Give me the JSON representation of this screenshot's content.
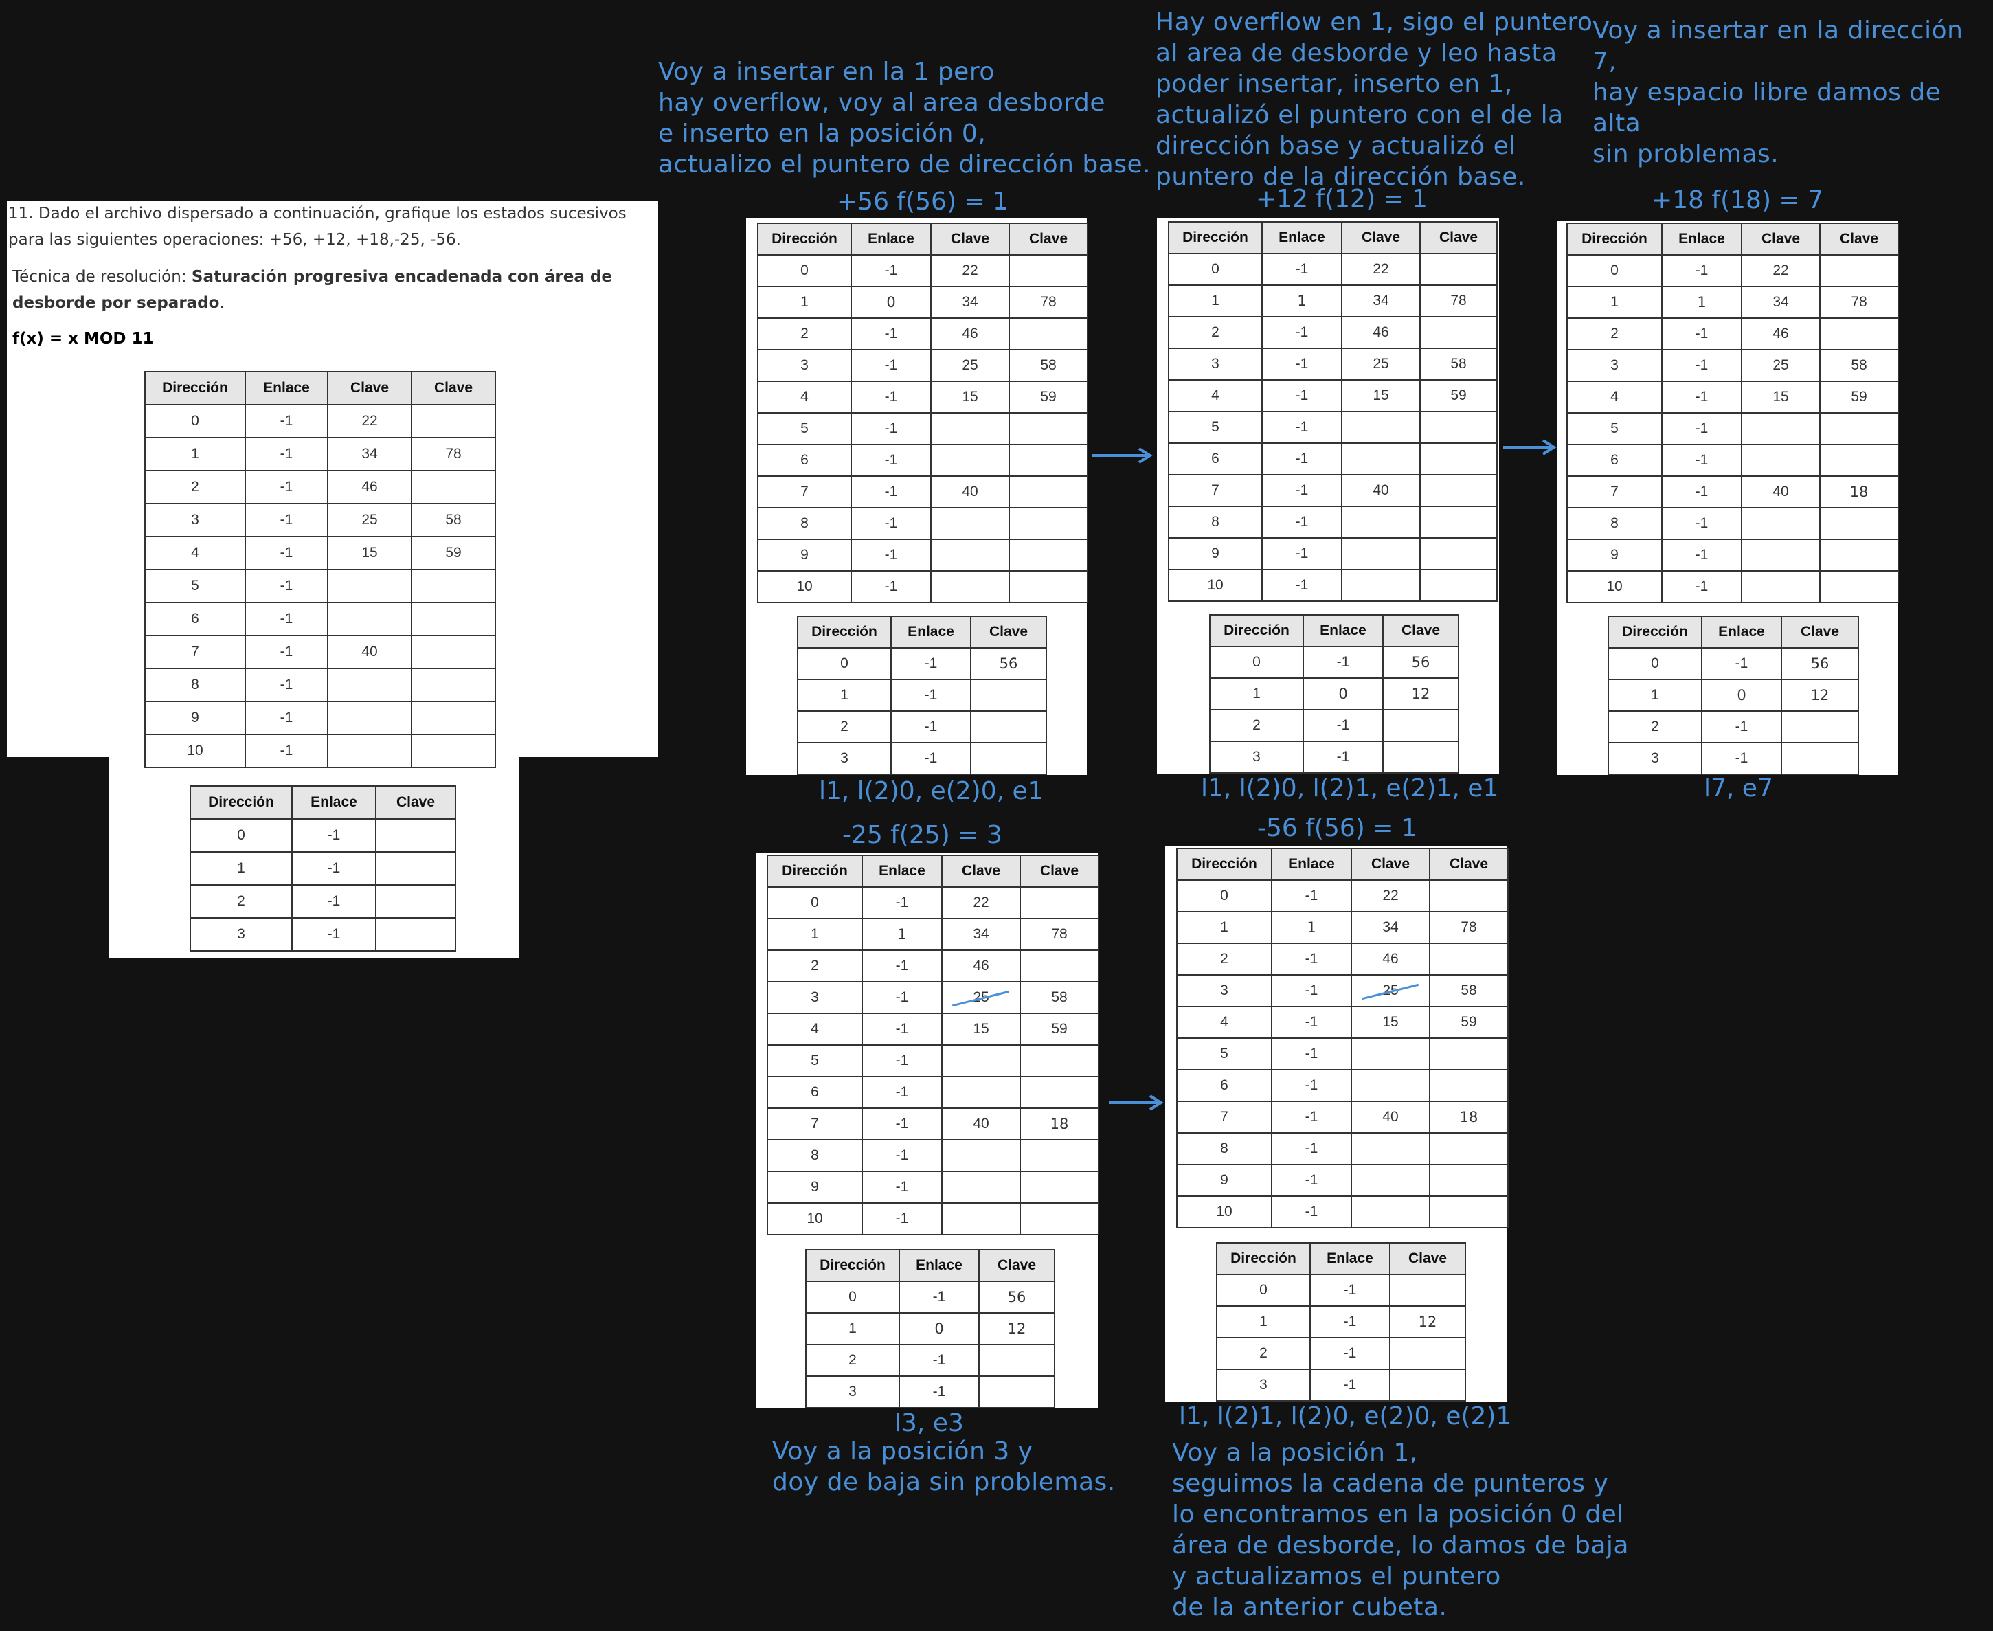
{
  "problem": {
    "statement": "11. Dado el archivo dispersado a continuación, grafique los estados sucesivos para las siguientes operaciones: +56, +12, +18,-25, -56.",
    "technique_label": "Técnica de resolución: ",
    "technique_name": "Saturación progresiva encadenada con área de desborde por separado",
    "hash_function": "f(x) = x MOD 11"
  },
  "headers": {
    "main": [
      "Dirección",
      "Enlace",
      "Clave",
      "Clave"
    ],
    "overflow": [
      "Dirección",
      "Enlace",
      "Clave"
    ]
  },
  "states": {
    "initial": {
      "main": [
        [
          "0",
          "-1",
          "22",
          ""
        ],
        [
          "1",
          "-1",
          "34",
          "78"
        ],
        [
          "2",
          "-1",
          "46",
          ""
        ],
        [
          "3",
          "-1",
          "25",
          "58"
        ],
        [
          "4",
          "-1",
          "15",
          "59"
        ],
        [
          "5",
          "-1",
          "",
          ""
        ],
        [
          "6",
          "-1",
          "",
          ""
        ],
        [
          "7",
          "-1",
          "40",
          ""
        ],
        [
          "8",
          "-1",
          "",
          ""
        ],
        [
          "9",
          "-1",
          "",
          ""
        ],
        [
          "10",
          "-1",
          "",
          ""
        ]
      ],
      "overflow": [
        [
          "0",
          "-1",
          ""
        ],
        [
          "1",
          "-1",
          ""
        ],
        [
          "2",
          "-1",
          ""
        ],
        [
          "3",
          "-1",
          ""
        ]
      ]
    },
    "s1": {
      "note": "Voy a insertar en la 1 pero\nhay overflow, voy al area desborde\ne inserto en la posición 0,\nactualizo el puntero de dirección base.",
      "op": "+56 f(56) = 1",
      "reads": "l1, l(2)0, e(2)0, e1",
      "main": [
        [
          "0",
          "-1",
          "22",
          ""
        ],
        [
          "1",
          "0",
          "34",
          "78"
        ],
        [
          "2",
          "-1",
          "46",
          ""
        ],
        [
          "3",
          "-1",
          "25",
          "58"
        ],
        [
          "4",
          "-1",
          "15",
          "59"
        ],
        [
          "5",
          "-1",
          "",
          ""
        ],
        [
          "6",
          "-1",
          "",
          ""
        ],
        [
          "7",
          "-1",
          "40",
          ""
        ],
        [
          "8",
          "-1",
          "",
          ""
        ],
        [
          "9",
          "-1",
          "",
          ""
        ],
        [
          "10",
          "-1",
          "",
          ""
        ]
      ],
      "overflow": [
        [
          "0",
          "-1",
          "56"
        ],
        [
          "1",
          "-1",
          ""
        ],
        [
          "2",
          "-1",
          ""
        ],
        [
          "3",
          "-1",
          ""
        ]
      ]
    },
    "s2": {
      "note": "Hay overflow en 1, sigo el puntero\nal area de desborde y leo hasta\npoder insertar, inserto en 1,\nactualizó el puntero con el de la\ndirección base y actualizó el\npuntero de la dirección base.",
      "op": "+12 f(12) = 1",
      "reads": "l1, l(2)0, l(2)1, e(2)1, e1",
      "main": [
        [
          "0",
          "-1",
          "22",
          ""
        ],
        [
          "1",
          "1",
          "34",
          "78"
        ],
        [
          "2",
          "-1",
          "46",
          ""
        ],
        [
          "3",
          "-1",
          "25",
          "58"
        ],
        [
          "4",
          "-1",
          "15",
          "59"
        ],
        [
          "5",
          "-1",
          "",
          ""
        ],
        [
          "6",
          "-1",
          "",
          ""
        ],
        [
          "7",
          "-1",
          "40",
          ""
        ],
        [
          "8",
          "-1",
          "",
          ""
        ],
        [
          "9",
          "-1",
          "",
          ""
        ],
        [
          "10",
          "-1",
          "",
          ""
        ]
      ],
      "overflow": [
        [
          "0",
          "-1",
          "56"
        ],
        [
          "1",
          "0",
          "12"
        ],
        [
          "2",
          "-1",
          ""
        ],
        [
          "3",
          "-1",
          ""
        ]
      ]
    },
    "s3": {
      "note": "Voy a insertar en la dirección 7,\nhay espacio libre damos de alta\nsin problemas.",
      "op": "+18 f(18) = 7",
      "reads": "l7, e7",
      "main": [
        [
          "0",
          "-1",
          "22",
          ""
        ],
        [
          "1",
          "1",
          "34",
          "78"
        ],
        [
          "2",
          "-1",
          "46",
          ""
        ],
        [
          "3",
          "-1",
          "25",
          "58"
        ],
        [
          "4",
          "-1",
          "15",
          "59"
        ],
        [
          "5",
          "-1",
          "",
          ""
        ],
        [
          "6",
          "-1",
          "",
          ""
        ],
        [
          "7",
          "-1",
          "40",
          "18"
        ],
        [
          "8",
          "-1",
          "",
          ""
        ],
        [
          "9",
          "-1",
          "",
          ""
        ],
        [
          "10",
          "-1",
          "",
          ""
        ]
      ],
      "overflow": [
        [
          "0",
          "-1",
          "56"
        ],
        [
          "1",
          "0",
          "12"
        ],
        [
          "2",
          "-1",
          ""
        ],
        [
          "3",
          "-1",
          ""
        ]
      ]
    },
    "s4": {
      "op": "-25 f(25) = 3",
      "reads": "l3, e3",
      "note": "Voy a la posición 3 y\ndoy de baja sin problemas.",
      "main": [
        [
          "0",
          "-1",
          "22",
          ""
        ],
        [
          "1",
          "1",
          "34",
          "78"
        ],
        [
          "2",
          "-1",
          "46",
          ""
        ],
        [
          "3",
          "-1",
          "25",
          "58"
        ],
        [
          "4",
          "-1",
          "15",
          "59"
        ],
        [
          "5",
          "-1",
          "",
          ""
        ],
        [
          "6",
          "-1",
          "",
          ""
        ],
        [
          "7",
          "-1",
          "40",
          "18"
        ],
        [
          "8",
          "-1",
          "",
          ""
        ],
        [
          "9",
          "-1",
          "",
          ""
        ],
        [
          "10",
          "-1",
          "",
          ""
        ]
      ],
      "overflow": [
        [
          "0",
          "-1",
          "56"
        ],
        [
          "1",
          "0",
          "12"
        ],
        [
          "2",
          "-1",
          ""
        ],
        [
          "3",
          "-1",
          ""
        ]
      ]
    },
    "s5": {
      "op": "-56 f(56) = 1",
      "reads": "l1, l(2)1, l(2)0, e(2)0, e(2)1",
      "note": "Voy a la posición 1,\nseguimos la cadena de punteros y\nlo encontramos en la posición 0 del\nárea de desborde, lo damos de baja\ny actualizamos el puntero\nde la anterior cubeta.",
      "main": [
        [
          "0",
          "-1",
          "22",
          ""
        ],
        [
          "1",
          "1",
          "34",
          "78"
        ],
        [
          "2",
          "-1",
          "46",
          ""
        ],
        [
          "3",
          "-1",
          "25",
          "58"
        ],
        [
          "4",
          "-1",
          "15",
          "59"
        ],
        [
          "5",
          "-1",
          "",
          ""
        ],
        [
          "6",
          "-1",
          "",
          ""
        ],
        [
          "7",
          "-1",
          "40",
          "18"
        ],
        [
          "8",
          "-1",
          "",
          ""
        ],
        [
          "9",
          "-1",
          "",
          ""
        ],
        [
          "10",
          "-1",
          "",
          ""
        ]
      ],
      "overflow": [
        [
          "0",
          "-1",
          ""
        ],
        [
          "1",
          "-1",
          "12"
        ],
        [
          "2",
          "-1",
          ""
        ],
        [
          "3",
          "-1",
          ""
        ]
      ]
    }
  }
}
